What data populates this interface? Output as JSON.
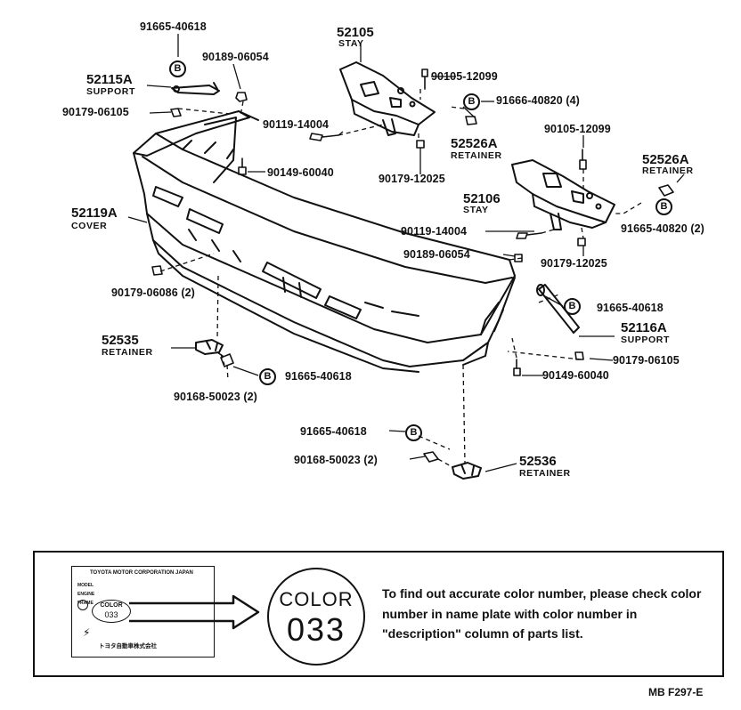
{
  "parts": {
    "p1": {
      "number": "91665-40618"
    },
    "p2": {
      "number": "52105",
      "name": "STAY"
    },
    "p3": {
      "number": "90189-06054"
    },
    "p4": {
      "number": "52115A",
      "name": "SUPPORT"
    },
    "p5": {
      "number": "90105-12099"
    },
    "p6": {
      "number": "91666-40820 (4)"
    },
    "p7": {
      "number": "90179-06105"
    },
    "p8": {
      "number": "90119-14004"
    },
    "p9": {
      "number": "52526A",
      "name": "RETAINER"
    },
    "p10": {
      "number": "90105-12099"
    },
    "p11": {
      "number": "90149-60040"
    },
    "p12": {
      "number": "90179-12025"
    },
    "p13": {
      "number": "52526A",
      "name": "RETAINER"
    },
    "p14": {
      "number": "52119A",
      "name": "COVER"
    },
    "p15": {
      "number": "52106",
      "name": "STAY"
    },
    "p16": {
      "number": "90119-14004"
    },
    "p17": {
      "number": "91665-40820 (2)"
    },
    "p18": {
      "number": "90189-06054"
    },
    "p19": {
      "number": "90179-12025"
    },
    "p20": {
      "number": "90179-06086 (2)"
    },
    "p21": {
      "number": "91665-40618"
    },
    "p22": {
      "number": "52116A",
      "name": "SUPPORT"
    },
    "p23": {
      "number": "52535",
      "name": "RETAINER"
    },
    "p24": {
      "number": "90179-06105"
    },
    "p25": {
      "number": "91665-40618"
    },
    "p26": {
      "number": "90149-60040"
    },
    "p27": {
      "number": "90168-50023 (2)"
    },
    "p28": {
      "number": "91665-40618"
    },
    "p29": {
      "number": "90168-50023 (2)"
    },
    "p30": {
      "number": "52536",
      "name": "RETAINER"
    }
  },
  "badge_letter": "B",
  "note": {
    "plate_title": "TOYOTA MOTOR CORPORATION JAPAN",
    "plate_rows": [
      "MODEL",
      "ENGINE",
      "FRAME"
    ],
    "plate_color_word": "COLOR",
    "plate_color_code": "033",
    "plate_footer": "トヨタ自動車株式会社",
    "color_word": "COLOR",
    "color_code": "033",
    "instruction": "To find out accurate color number, please check color number in name plate with color number in \"description\" column of parts list."
  },
  "doc_code": "MB  F297-E"
}
